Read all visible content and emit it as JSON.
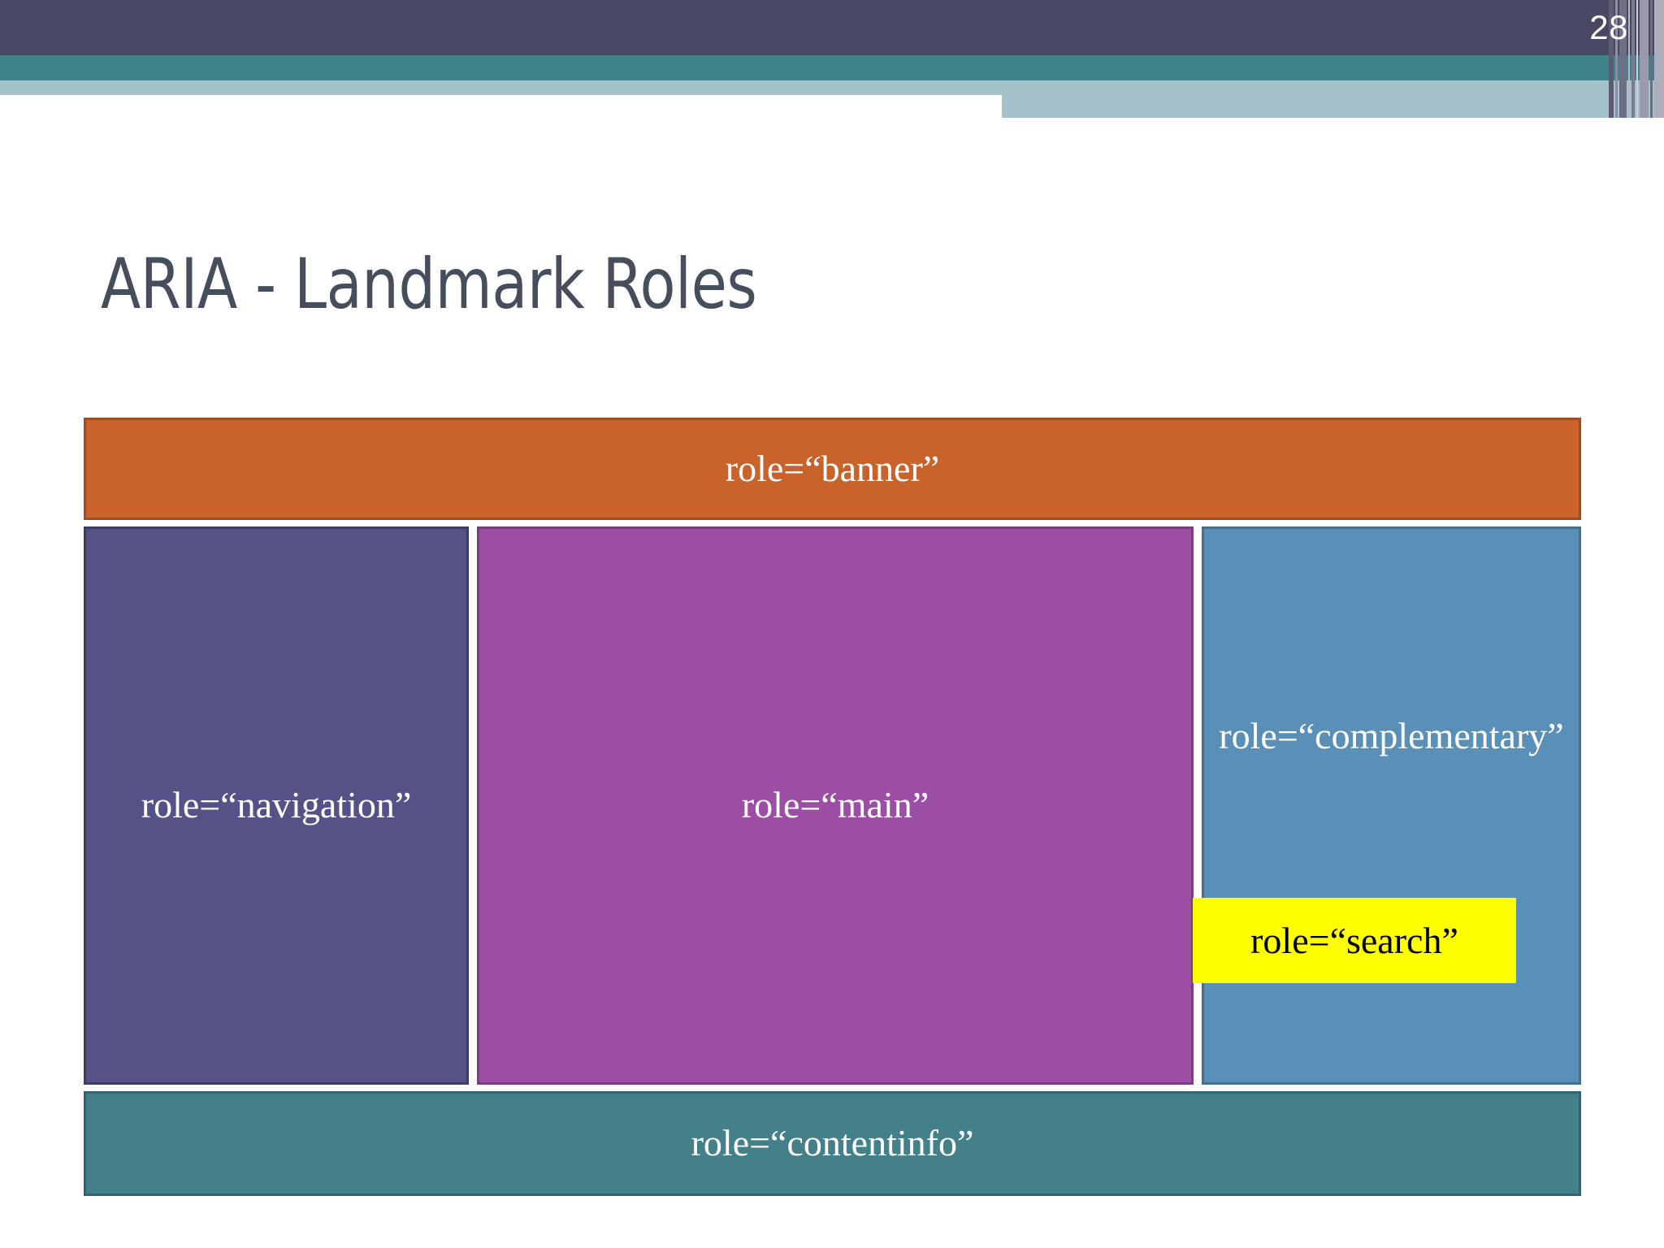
{
  "slide": {
    "page_number": "28",
    "title": "ARIA - Landmark Roles"
  },
  "theme": {
    "header_dark": "#484862",
    "header_teal": "#3F8289",
    "header_light": "#A5C1C9",
    "title_color": "#464E5D"
  },
  "diagram": {
    "banner": {
      "label": "role=“banner”",
      "fill": "#C9622B",
      "border": "#9E4C20",
      "text_color": "#FFFFFF"
    },
    "navigation": {
      "label": "role=“navigation”",
      "fill": "#555288",
      "border": "#3E3C68",
      "text_color": "#FFFFFF"
    },
    "main": {
      "label": "role=“main”",
      "fill": "#9C4DA4",
      "border": "#7A3B80",
      "text_color": "#FFFFFF"
    },
    "complementary": {
      "label": "role=“complementary”",
      "fill": "#5A90B8",
      "border": "#44708F",
      "text_color": "#FFFFFF"
    },
    "search": {
      "label": "role=“search”",
      "fill": "#FFFF00",
      "text_color": "#000000"
    },
    "contentinfo": {
      "label": "role=“contentinfo”",
      "fill": "#44808A",
      "border": "#2F6670",
      "text_color": "#FFFFFF"
    }
  }
}
